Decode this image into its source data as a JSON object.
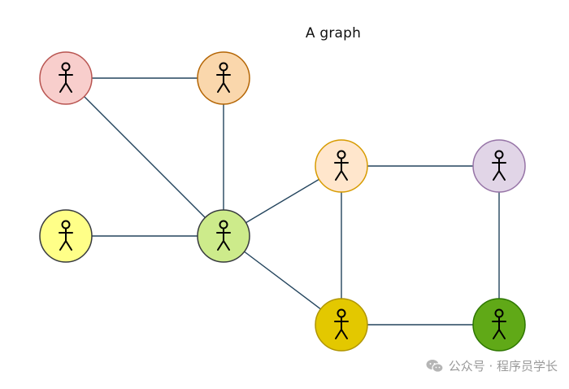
{
  "title": "A graph",
  "watermark": "公众号 · 程序员学长",
  "nodes": [
    {
      "id": "n1",
      "fill": "#f8cecc",
      "stroke": "#b85450"
    },
    {
      "id": "n2",
      "fill": "#fad7ac",
      "stroke": "#b46504"
    },
    {
      "id": "n3",
      "fill": "#ffff88",
      "stroke": "#36393d"
    },
    {
      "id": "n4",
      "fill": "#cdeb8b",
      "stroke": "#36393d"
    },
    {
      "id": "n5",
      "fill": "#ffe6cc",
      "stroke": "#d79b00"
    },
    {
      "id": "n6",
      "fill": "#e1d5e7",
      "stroke": "#9673a6"
    },
    {
      "id": "n7",
      "fill": "#e3c800",
      "stroke": "#b09500"
    },
    {
      "id": "n8",
      "fill": "#60a917",
      "stroke": "#2d7600"
    }
  ],
  "edges": [
    [
      "n1",
      "n2"
    ],
    [
      "n1",
      "n4"
    ],
    [
      "n2",
      "n4"
    ],
    [
      "n3",
      "n4"
    ],
    [
      "n4",
      "n5"
    ],
    [
      "n4",
      "n7"
    ],
    [
      "n5",
      "n6"
    ],
    [
      "n5",
      "n7"
    ],
    [
      "n6",
      "n8"
    ],
    [
      "n7",
      "n8"
    ]
  ],
  "colors": {
    "edge": "#23445d",
    "figure": "#000000",
    "watermark": "#9a9a9a"
  }
}
